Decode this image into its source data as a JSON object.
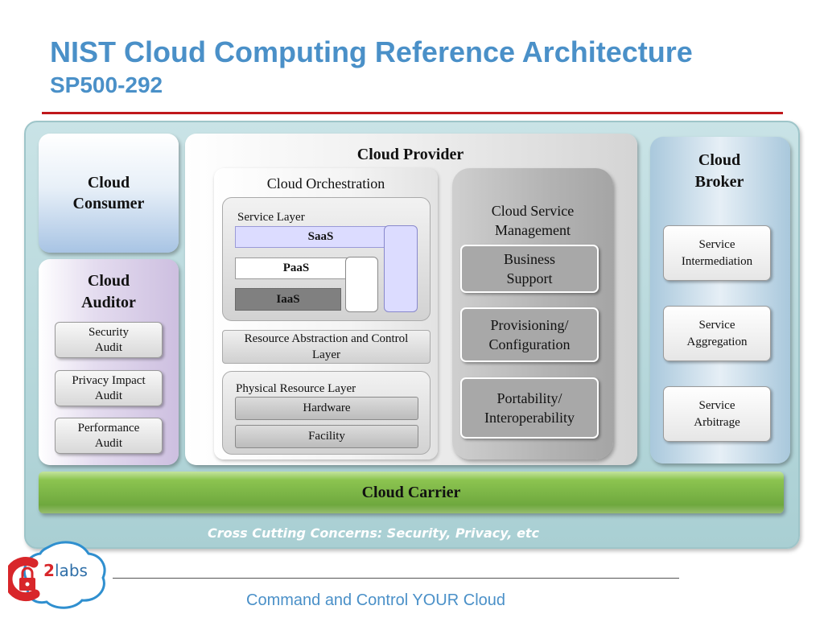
{
  "header": {
    "title": "NIST Cloud Computing Reference Architecture",
    "subtitle": "SP500-292"
  },
  "consumer": {
    "label_line1": "Cloud",
    "label_line2": "Consumer"
  },
  "auditor": {
    "label_line1": "Cloud",
    "label_line2": "Auditor",
    "items": [
      {
        "line1": "Security",
        "line2": "Audit"
      },
      {
        "line1": "Privacy Impact",
        "line2": "Audit"
      },
      {
        "line1": "Performance",
        "line2": "Audit"
      }
    ]
  },
  "provider": {
    "title": "Cloud Provider",
    "orchestration": {
      "title": "Cloud Orchestration",
      "service_layer": {
        "label": "Service Layer",
        "saas": "SaaS",
        "paas": "PaaS",
        "iaas": "IaaS"
      },
      "resource_abstraction": {
        "line1": "Resource Abstraction and Control",
        "line2": "Layer"
      },
      "physical_layer": {
        "label": "Physical Resource Layer",
        "hardware": "Hardware",
        "facility": "Facility"
      }
    },
    "service_management": {
      "title_line1": "Cloud Service",
      "title_line2": "Management",
      "items": [
        {
          "line1": "Business",
          "line2": "Support"
        },
        {
          "line1": "Provisioning/",
          "line2": "Configuration"
        },
        {
          "line1": "Portability/",
          "line2": "Interoperability"
        }
      ]
    }
  },
  "broker": {
    "label_line1": "Cloud",
    "label_line2": "Broker",
    "items": [
      {
        "line1": "Service",
        "line2": "Intermediation"
      },
      {
        "line1": "Service",
        "line2": "Aggregation"
      },
      {
        "line1": "Service",
        "line2": "Arbitrage"
      }
    ]
  },
  "carrier": {
    "label": "Cloud Carrier"
  },
  "cross_cutting": "Cross Cutting Concerns: Security, Privacy, etc",
  "footer": {
    "tagline": "Command and Control YOUR Cloud",
    "logo_text": "2labs",
    "logo_digit": "2",
    "logo_word": "labs"
  },
  "colors": {
    "title_blue": "#4a90c8",
    "divider_red": "#c0181c",
    "carrier_green": "#8cc450",
    "logo_red": "#d8262a"
  }
}
